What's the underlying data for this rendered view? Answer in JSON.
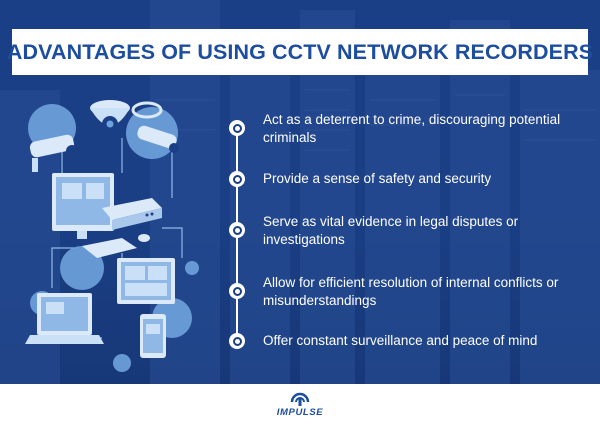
{
  "title": "ADVANTAGES OF USING CCTV NETWORK RECORDERS",
  "items": [
    "Act as a deterrent to crime, discouraging potential criminals",
    "Provide a sense of safety and security",
    "Serve as vital evidence in legal disputes or investigations",
    "Allow for efficient resolution of internal conflicts or misunderstandings",
    "Offer constant surveillance and peace of mind"
  ],
  "brand": {
    "name": "IMPULSE",
    "icon": "impulse-logo-icon"
  },
  "colors": {
    "background": "#1b3f85",
    "title_text": "#1d4d9e",
    "text": "#ffffff",
    "illustration_light": "#c9e0f7",
    "illustration_mid": "#8fb8e6"
  }
}
